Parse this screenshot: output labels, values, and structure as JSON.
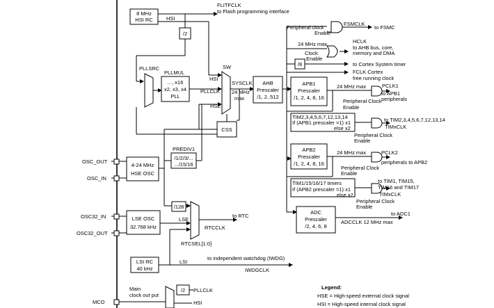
{
  "hsi": {
    "line1": "8 MHz",
    "line2": "HSI RC",
    "out": "HSI"
  },
  "flit": {
    "line1": "FLITFCLK",
    "line2": "to Flash programming interface"
  },
  "div2": "/2",
  "pllsrc": "PLLSRC",
  "pllmul": {
    "title": "PLLMUL",
    "line1": "..., x16",
    "line2": "x2, x3, x4",
    "line3": "PLL"
  },
  "sw": "SW",
  "mux_inputs": {
    "hsi": "HSI",
    "pllclk": "PLLCLK",
    "hse": "HSE"
  },
  "sysclk": {
    "label": "SYSCLK",
    "max1": "24 MHz",
    "max2": "max"
  },
  "ahb": {
    "line1": "AHB",
    "line2": "Prescaler",
    "line3": "/1, 2..512"
  },
  "css": "CSS",
  "fsmc": {
    "peripheral": "Peripheral clock",
    "enable": "Enable",
    "gate": "FSMCLK",
    "dest": "to FSMC"
  },
  "hclk": {
    "max": "24 MHz max",
    "title": "HCLK",
    "line1": "to AHB bus, core,",
    "line2": "memory and DMA",
    "clock": "Clock",
    "enable": "Enable"
  },
  "cortex": {
    "div": "/8",
    "dest": "to Cortex System timer",
    "fclk1": "FCLK Cortex",
    "fclk2": "free running clock"
  },
  "apb1": {
    "line1": "APB1",
    "line2": "Prescaler",
    "line3": "/1, 2, 4, 8, 16",
    "max": "24 MHz max",
    "pclk": "PCLK1",
    "dest1": "to APB1",
    "dest2": "peripherals",
    "pc": "Peripheral Clock",
    "en": "Enable"
  },
  "tim1": {
    "line1": "TIM2,3,4,5,6,7,12,13,14",
    "line2": "If (APB1 prescaler =1) x1",
    "line3": "else x2",
    "dest": "to TIM2,3,4,5,6,7,12,13,14",
    "timx": "TIMxCLK",
    "pc": "Peripheral Clock",
    "en": "Enable"
  },
  "apb2": {
    "line1": "APB2",
    "line2": "Prescaler",
    "line3": "/1, 2, 4, 8, 16",
    "max": "24 MHz max",
    "pclk": "PCLK2",
    "dest": "peripherals to APB2",
    "pc": "Peripheral Clock",
    "en": "Enable"
  },
  "tim2": {
    "line1": "TIM1/15/16/17 timers",
    "line2": "If (APB2 prescaler =1) x1",
    "line3": "else x2",
    "dest1": "to TIM1, TIM15,",
    "dest2": "TIM16 and TIM17",
    "timx": "TIMxCLK",
    "pc": "Peripheral Clock",
    "en": "Enable"
  },
  "adc": {
    "line1": "ADC",
    "line2": "Prescaler",
    "line3": "/2, 4, 6, 8",
    "dest": "to ADC1",
    "clk": "ADCCLK 12 MHz max"
  },
  "hse": {
    "line1": "4-24 MHz",
    "line2": "HSE OSC",
    "osc_out": "OSC_OUT",
    "osc_in": "OSC_IN"
  },
  "prediv": {
    "title": "PREDIV1",
    "line1": "/1/2/3/...",
    "line2": ".../15/16"
  },
  "lse": {
    "line1": "LSE OSC",
    "line2": "32.768 kHz",
    "osc32_in": "OSC32_IN",
    "osc32_out": "OSC32_OUT",
    "out": "LSE"
  },
  "div128": "/128",
  "rtc": {
    "dest": "to RTC",
    "clk": "RTCCLK",
    "sel": "RTCSEL[1:0]"
  },
  "lsi": {
    "line1": "LSI RC",
    "line2": "40 kHz",
    "out": "LSI",
    "dest": "to independent watchdog (IWDG)",
    "clk": "IWDGCLK"
  },
  "mco": {
    "pin": "MCO",
    "main1": "Main",
    "main2": "clock out put",
    "div": "/2",
    "pllclk": "PLLCLK",
    "hsi": "HSI"
  },
  "legend": {
    "title": "Legend:",
    "hse": "HSE = High-speed external clock signal",
    "hsi": "HSI = High-speed internal clock signal"
  }
}
